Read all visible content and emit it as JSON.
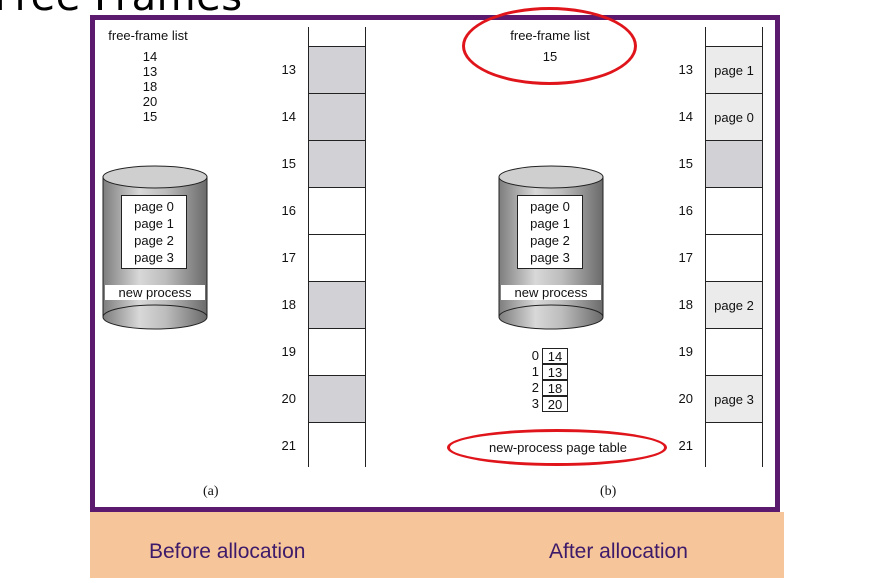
{
  "title": "Free Frames",
  "colors": {
    "border": "#5c1a6e",
    "footer": "#f6c69a",
    "footer_text": "#3d1a6a",
    "highlight": "#e0151b",
    "free_frame": "#d2d2d6",
    "allocated_frame": "#ebebeb"
  },
  "left": {
    "free_frame_list_title": "free-frame list",
    "free_frames": [
      "14",
      "13",
      "18",
      "20",
      "15"
    ],
    "disk": {
      "pages": [
        "page 0",
        "page 1",
        "page 2",
        "page 3"
      ],
      "label": "new process"
    },
    "frames": [
      {
        "num": "13",
        "content": ""
      },
      {
        "num": "14",
        "content": ""
      },
      {
        "num": "15",
        "content": ""
      },
      {
        "num": "16",
        "content": ""
      },
      {
        "num": "17",
        "content": ""
      },
      {
        "num": "18",
        "content": ""
      },
      {
        "num": "19",
        "content": ""
      },
      {
        "num": "20",
        "content": ""
      },
      {
        "num": "21",
        "content": ""
      }
    ],
    "caption": "(a)"
  },
  "right": {
    "free_frame_list_title": "free-frame list",
    "free_frames": [
      "15"
    ],
    "disk": {
      "pages": [
        "page 0",
        "page 1",
        "page 2",
        "page 3"
      ],
      "label": "new process"
    },
    "page_table": {
      "rows": [
        {
          "index": "0",
          "frame": "14"
        },
        {
          "index": "1",
          "frame": "13"
        },
        {
          "index": "2",
          "frame": "18"
        },
        {
          "index": "3",
          "frame": "20"
        }
      ],
      "label": "new-process page table"
    },
    "frames": [
      {
        "num": "13",
        "content": "page 1"
      },
      {
        "num": "14",
        "content": "page 0"
      },
      {
        "num": "15",
        "content": ""
      },
      {
        "num": "16",
        "content": ""
      },
      {
        "num": "17",
        "content": ""
      },
      {
        "num": "18",
        "content": "page 2"
      },
      {
        "num": "19",
        "content": ""
      },
      {
        "num": "20",
        "content": "page 3"
      },
      {
        "num": "21",
        "content": ""
      }
    ],
    "caption": "(b)"
  },
  "footer": {
    "left": "Before allocation",
    "right": "After allocation"
  }
}
